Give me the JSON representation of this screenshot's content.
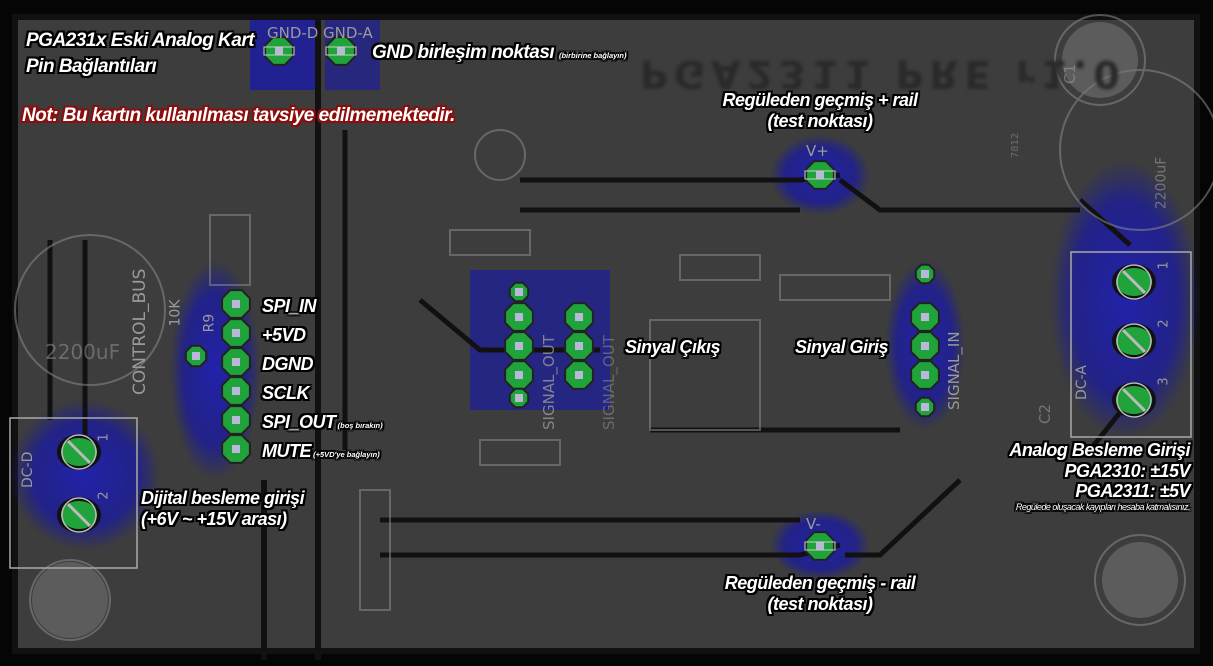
{
  "title": {
    "line1": "PGA231x Eski Analog Kart",
    "line2": "Pin Bağlantıları"
  },
  "warning": "Not: Bu kartın kullanılması tavsiye edilmemektedir.",
  "board_silkscreen_title": "PGA2311 PRE r1.0",
  "gnd_join": {
    "pad_labels": [
      "GND-D",
      "GND-A"
    ],
    "label": "GND birleşim noktası",
    "note": "(birbirine bağlayın)"
  },
  "v_plus": {
    "pad_label": "V+",
    "label_line1": "Regüleden geçmiş + rail",
    "label_line2": "(test noktası)"
  },
  "v_minus": {
    "pad_label": "V-",
    "label_line1": "Regüleden geçmiş - rail",
    "label_line2": "(test noktası)"
  },
  "control_bus": {
    "silk_label": "CONTROL_BUS",
    "pins": [
      {
        "name": "SPI_IN",
        "note": ""
      },
      {
        "name": "+5VD",
        "note": ""
      },
      {
        "name": "DGND",
        "note": ""
      },
      {
        "name": "SCLK",
        "note": ""
      },
      {
        "name": "SPI_OUT",
        "note": "(boş bırakın)"
      },
      {
        "name": "MUTE",
        "note": "(+5VD'ye bağlayın)"
      }
    ],
    "resistor": {
      "ref": "R9",
      "value": "10K"
    }
  },
  "dc_d": {
    "silk_label": "DC-D",
    "pin_numbers": [
      "1",
      "2"
    ],
    "label_line1": "Dijital besleme girişi",
    "label_line2": "(+6V ~ +15V arası)"
  },
  "signal_out": {
    "silk_label": "SIGNAL_OUT",
    "silk_label2": "SIGNAL_OUT",
    "label": "Sinyal Çıkış"
  },
  "signal_in": {
    "silk_label": "SIGNAL_IN",
    "label": "Sinyal Giriş"
  },
  "dc_a": {
    "silk_label": "DC-A",
    "pin_numbers": [
      "1",
      "2",
      "3"
    ],
    "label_line1": "Analog Besleme Girişi",
    "label_line2": "PGA2310: ±15V",
    "label_line3": "PGA2311: ±5V",
    "note": "Regülede oluşacak kayıpları hesaba katmalısınız."
  },
  "components": {
    "c1": {
      "ref": "C1",
      "value": "2200uF"
    },
    "c2": {
      "ref": "C2"
    },
    "c_left": {
      "value": "2200uF"
    },
    "regulator": {
      "ref": "7812"
    }
  },
  "colors": {
    "board": "#3d3d3d",
    "copper_highlight": "#1e1e9a",
    "pad": "#1fa33a",
    "warning_outline": "#8a0e0e"
  }
}
